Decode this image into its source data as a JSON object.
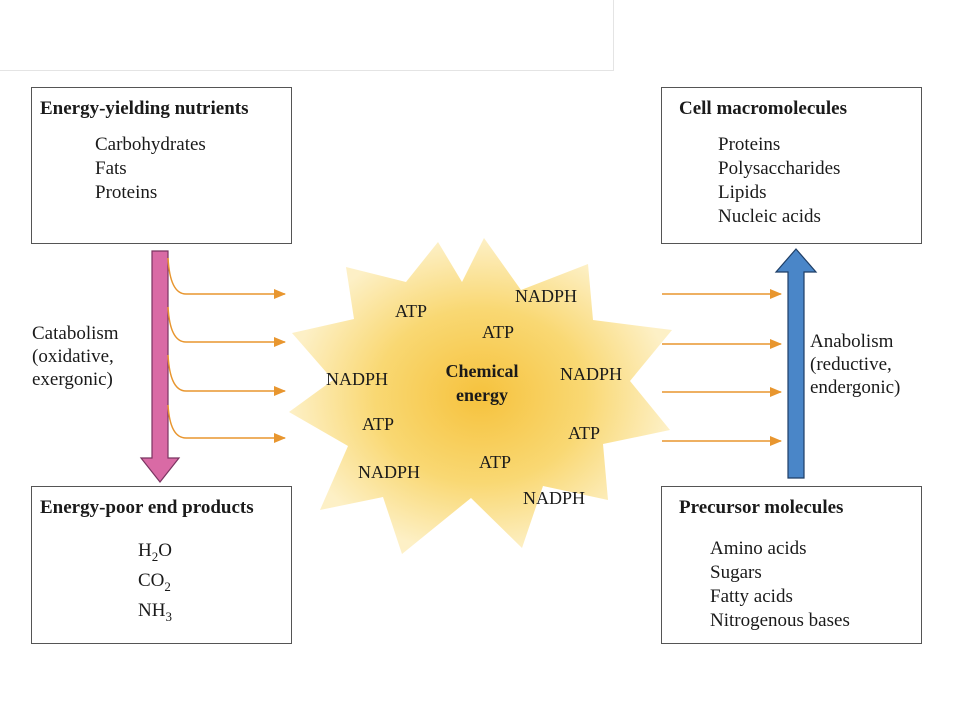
{
  "boxes": {
    "nutrients": {
      "title": "Energy-yielding nutrients",
      "items": [
        "Carbohydrates",
        "Fats",
        "Proteins"
      ]
    },
    "macromolecules": {
      "title": "Cell macromolecules",
      "items": [
        "Proteins",
        "Polysaccharides",
        "Lipids",
        "Nucleic acids"
      ]
    },
    "end_products": {
      "title": "Energy-poor end products",
      "items": [
        "H2O",
        "CO2",
        "NH3"
      ]
    },
    "precursors": {
      "title": "Precursor molecules",
      "items": [
        "Amino acids",
        "Sugars",
        "Fatty acids",
        "Nitrogenous bases"
      ]
    }
  },
  "catabolism": {
    "lines": [
      "Catabolism",
      "(oxidative,",
      "exergonic)"
    ]
  },
  "anabolism": {
    "lines": [
      "Anabolism",
      "(reductive,",
      "endergonic)"
    ]
  },
  "center": {
    "title_lines": [
      "Chemical",
      "energy"
    ],
    "labels": [
      "ATP",
      "NADPH",
      "ATP",
      "NADPH",
      "NADPH",
      "ATP",
      "ATP",
      "NADPH",
      "ATP",
      "NADPH"
    ]
  },
  "colors": {
    "catabolism_arrow": "#d96aa5",
    "anabolism_arrow": "#4a86c8",
    "flow_arrow": "#e8962f",
    "burst": "#f7cf5a"
  }
}
